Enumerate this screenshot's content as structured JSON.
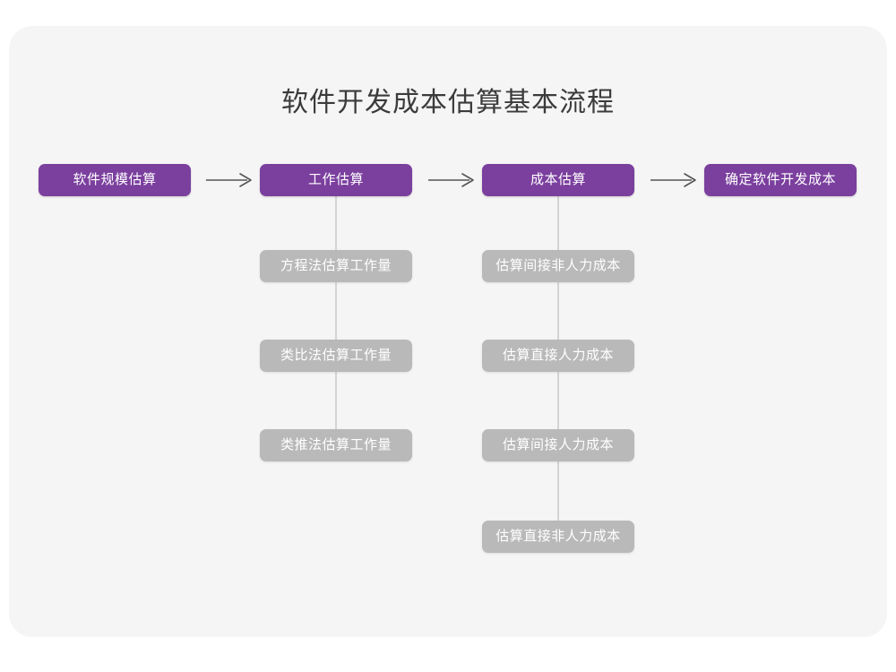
{
  "page": {
    "title": "软件开发成本估算基本流程",
    "background_color": "#ffffff",
    "card_color": "#f5f5f6",
    "primary_color": "#7b3f9e",
    "secondary_color": "#b9b9b9",
    "connector_color": "#d4d4d4",
    "arrow_color": "#555555"
  },
  "flow": {
    "main_steps": [
      {
        "id": "step-1",
        "label": "软件规模估算"
      },
      {
        "id": "step-2",
        "label": "工作估算"
      },
      {
        "id": "step-3",
        "label": "成本估算"
      },
      {
        "id": "step-4",
        "label": "确定软件开发成本"
      }
    ],
    "arrows": [
      {
        "id": "arrow-1",
        "between": "软件规模估算 → 工作估算",
        "glyph": "→"
      },
      {
        "id": "arrow-2",
        "between": "工作估算 → 成本估算",
        "glyph": "→"
      },
      {
        "id": "arrow-3",
        "between": "成本估算 → 确定软件开发成本",
        "glyph": "→"
      }
    ],
    "sub_branches": [
      {
        "id": "branch-work-estimation",
        "parent": "工作估算",
        "items": [
          {
            "id": "work-1",
            "label": "方程法估算工作量"
          },
          {
            "id": "work-2",
            "label": "类比法估算工作量"
          },
          {
            "id": "work-3",
            "label": "类推法估算工作量"
          }
        ]
      },
      {
        "id": "branch-cost-estimation",
        "parent": "成本估算",
        "items": [
          {
            "id": "cost-1",
            "label": "估算间接非人力成本"
          },
          {
            "id": "cost-2",
            "label": "估算直接人力成本"
          },
          {
            "id": "cost-3",
            "label": "估算间接人力成本"
          },
          {
            "id": "cost-4",
            "label": "估算直接非人力成本"
          }
        ]
      }
    ]
  }
}
